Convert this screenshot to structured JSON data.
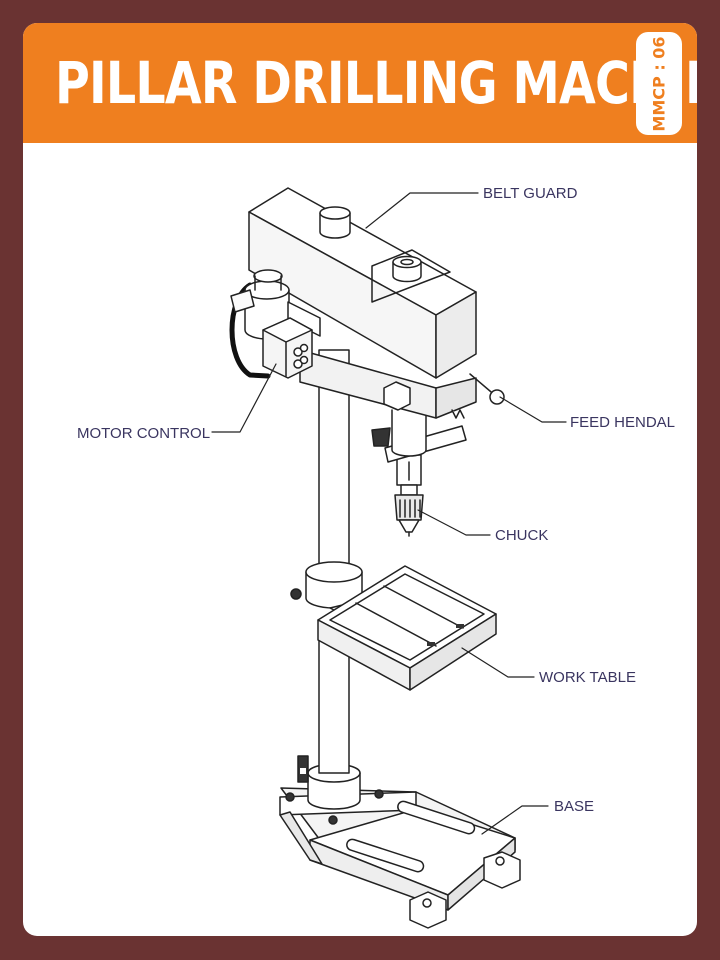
{
  "header": {
    "title": "PILLAR DRILLING MACHINE",
    "code": "MMCP : 06"
  },
  "labels": {
    "belt_guard": "BELT GUARD",
    "motor_control": "MOTOR CONTROL",
    "feed_handle": "FEED HENDAL",
    "chuck": "CHUCK",
    "work_table": "WORK TABLE",
    "base": "BASE"
  },
  "colors": {
    "background": "#6a3332",
    "header": "#ef7f1f",
    "label": "#3a3560",
    "line": "#222222"
  }
}
